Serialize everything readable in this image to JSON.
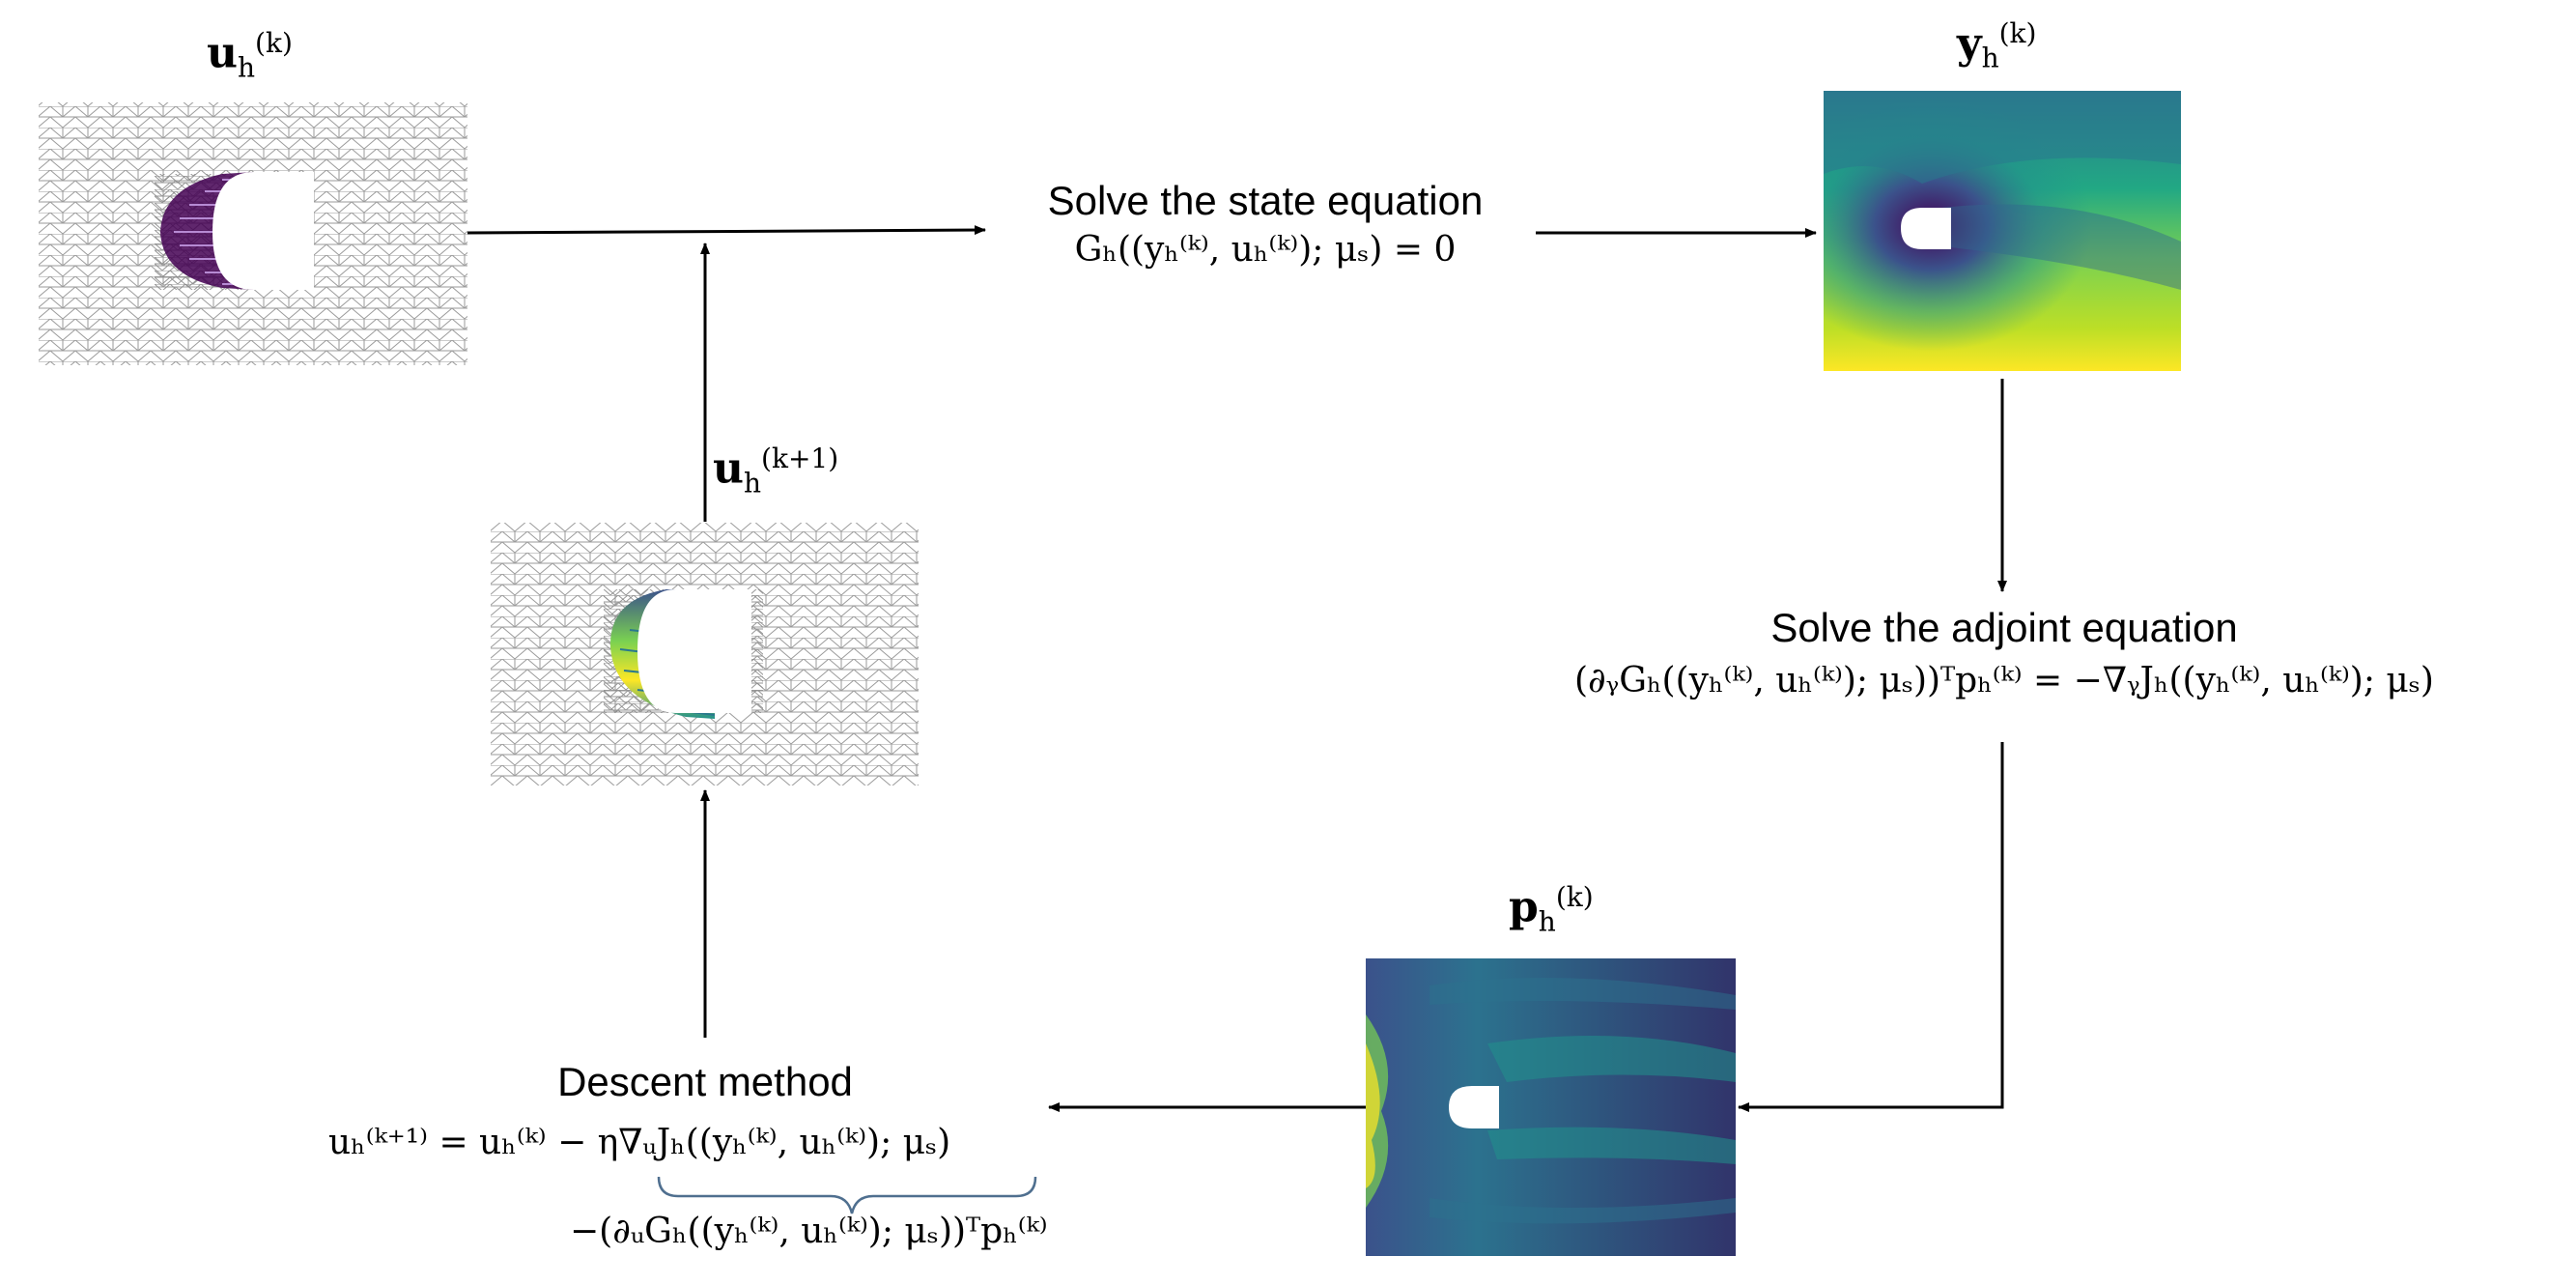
{
  "colors": {
    "arrow": "#000000",
    "mesh_line": "#9a9a9a",
    "brace": "#4f6f8f",
    "viridis_dark": "#440154",
    "viridis_mid": "#21918c",
    "viridis_light": "#fde725"
  },
  "images": {
    "control_k": {
      "label_var": "u",
      "label_sub": "h",
      "label_sup": "(k)",
      "icon": "mesh-with-displacement-icon"
    },
    "control_k1": {
      "label_var": "u",
      "label_sub": "h",
      "label_sup": "(k+1)",
      "icon": "mesh-with-displacement-icon"
    },
    "state": {
      "label_var": "y",
      "label_sub": "h",
      "label_sup": "(k)",
      "icon": "state-field-icon"
    },
    "adjoint": {
      "label_var": "p",
      "label_sub": "h",
      "label_sup": "(k)",
      "icon": "adjoint-field-icon"
    }
  },
  "steps": {
    "state": {
      "title": "Solve the state equation",
      "equation": "Gₕ((yₕ⁽ᵏ⁾, uₕ⁽ᵏ⁾); μₛ) = 0"
    },
    "adjoint": {
      "title": "Solve the adjoint equation",
      "equation": "(∂ᵧGₕ((yₕ⁽ᵏ⁾, uₕ⁽ᵏ⁾); μₛ))ᵀpₕ⁽ᵏ⁾ = −∇ᵧJₕ((yₕ⁽ᵏ⁾, uₕ⁽ᵏ⁾); μₛ)"
    },
    "descent": {
      "title": "Descent method",
      "equation": "uₕ⁽ᵏ⁺¹⁾ = uₕ⁽ᵏ⁾ − η∇ᵤJₕ((yₕ⁽ᵏ⁾, uₕ⁽ᵏ⁾); μₛ)",
      "gradient_expansion": "−(∂ᵤGₕ((yₕ⁽ᵏ⁾, uₕ⁽ᵏ⁾); μₛ))ᵀpₕ⁽ᵏ⁾"
    }
  }
}
